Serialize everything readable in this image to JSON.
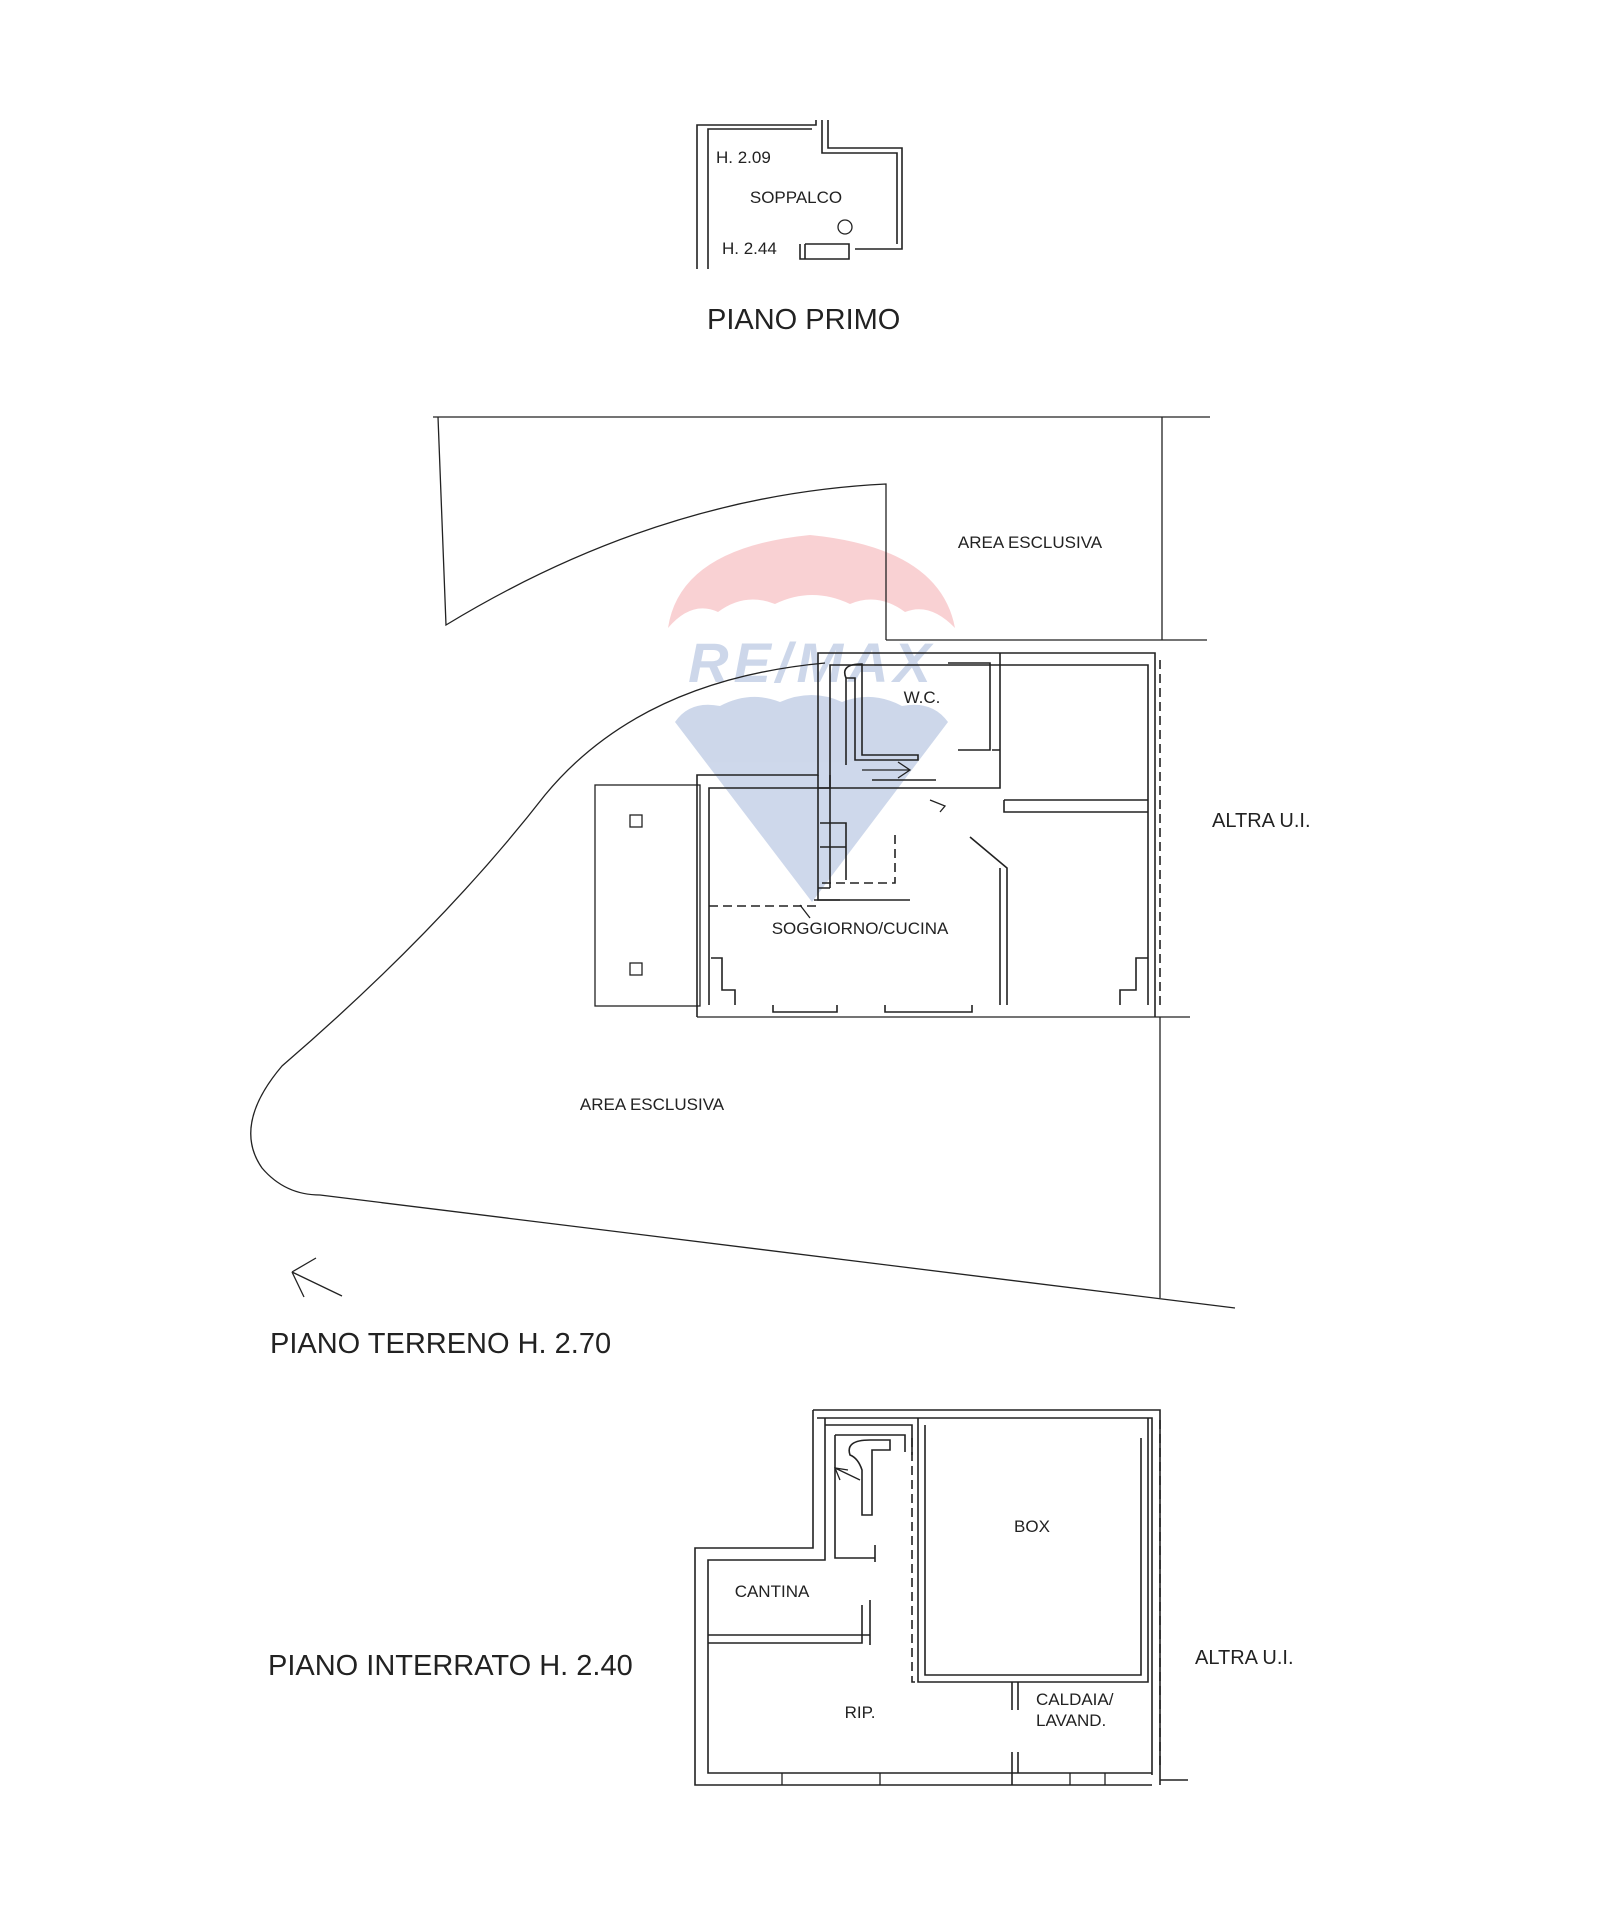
{
  "floors": {
    "first": {
      "title": "PIANO PRIMO",
      "rooms": {
        "soppalco": "SOPPALCO"
      },
      "heights": {
        "h1": "H. 2.09",
        "h2": "H. 2.44"
      }
    },
    "ground": {
      "title": "PIANO TERRENO H. 2.70",
      "rooms": {
        "area_top": "AREA ESCLUSIVA",
        "area_bottom": "AREA ESCLUSIVA",
        "wc": "W.C.",
        "living": "SOGGIORNO/CUCINA"
      },
      "neighbor": "ALTRA U.I."
    },
    "basement": {
      "title": "PIANO INTERRATO H. 2.40",
      "rooms": {
        "box": "BOX",
        "cantina": "CANTINA",
        "rip": "RIP.",
        "caldaia_1": "CALDAIA/",
        "caldaia_2": "LAVAND."
      },
      "neighbor": "ALTRA U.I."
    }
  },
  "watermark": {
    "text": "RE/MAX",
    "colors": {
      "red": "#e8323c",
      "blue": "#1f4fa3"
    }
  }
}
